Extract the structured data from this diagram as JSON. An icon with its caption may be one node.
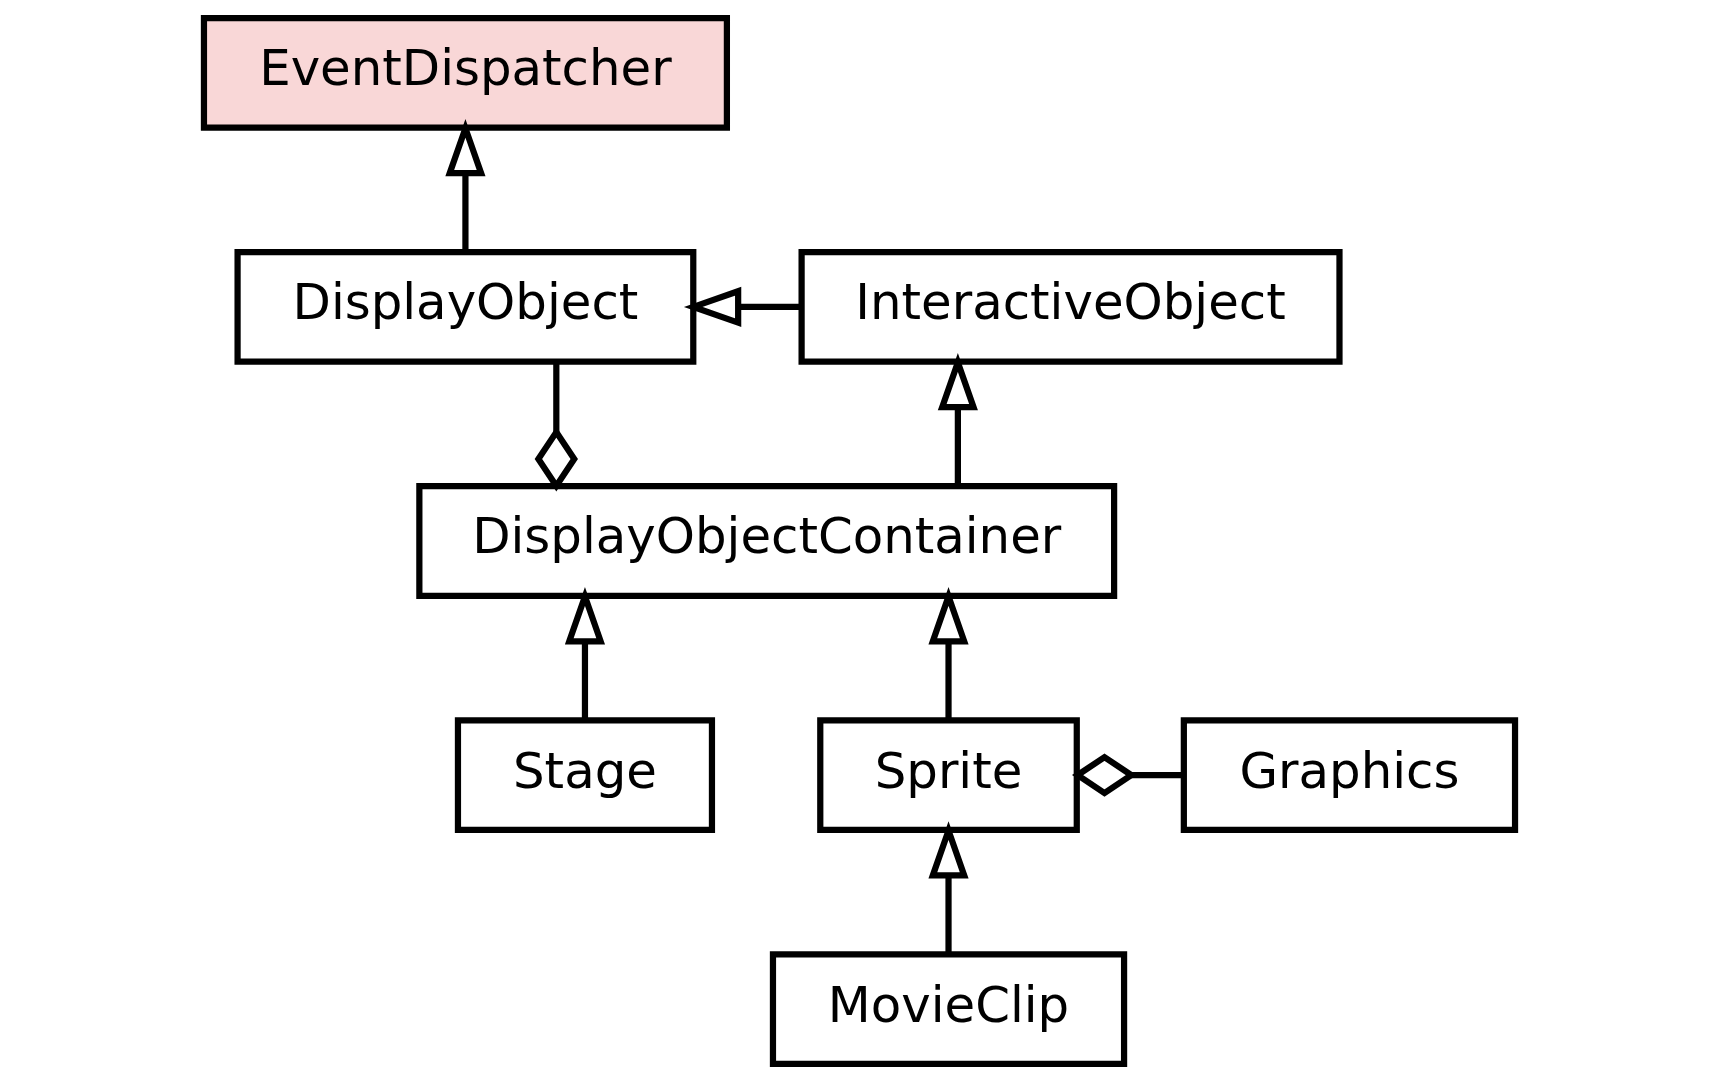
{
  "diagram": {
    "nodes": [
      {
        "text": [
          "EventDispatcher"
        ]
      },
      {
        "text": [
          "DisplayObject"
        ]
      },
      {
        "text": [
          "InteractiveObject"
        ]
      },
      {
        "text": [
          "DisplayObjectContainer"
        ]
      },
      {
        "text": [
          "Stage"
        ]
      },
      {
        "text": [
          "Sprite"
        ]
      },
      {
        "text": [
          "Graphics"
        ]
      },
      {
        "text": [
          "MovieClip"
        ]
      }
    ],
    "edges": [
      {
        "from": 1,
        "to": 0,
        "arrow": "to"
      },
      {
        "from": 2,
        "to": 1,
        "arrow": "to"
      },
      {
        "from": 3,
        "to": 2,
        "arrow": "to"
      },
      {
        "from": 3,
        "to": 1,
        "arrow": "other"
      },
      {
        "from": 4,
        "to": 3,
        "arrow": "to"
      },
      {
        "from": 5,
        "to": 3,
        "arrow": "to"
      },
      {
        "from": 5,
        "to": 6,
        "arrow": "other"
      },
      {
        "from": 7,
        "to": 5,
        "arrow": "to"
      }
    ]
  }
}
